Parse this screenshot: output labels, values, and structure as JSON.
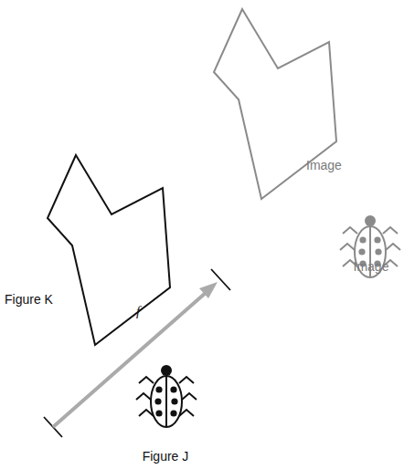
{
  "diagram": {
    "labels": [
      "Image",
      "Figure K",
      "Image",
      "f",
      "Figure J"
    ]
  }
}
